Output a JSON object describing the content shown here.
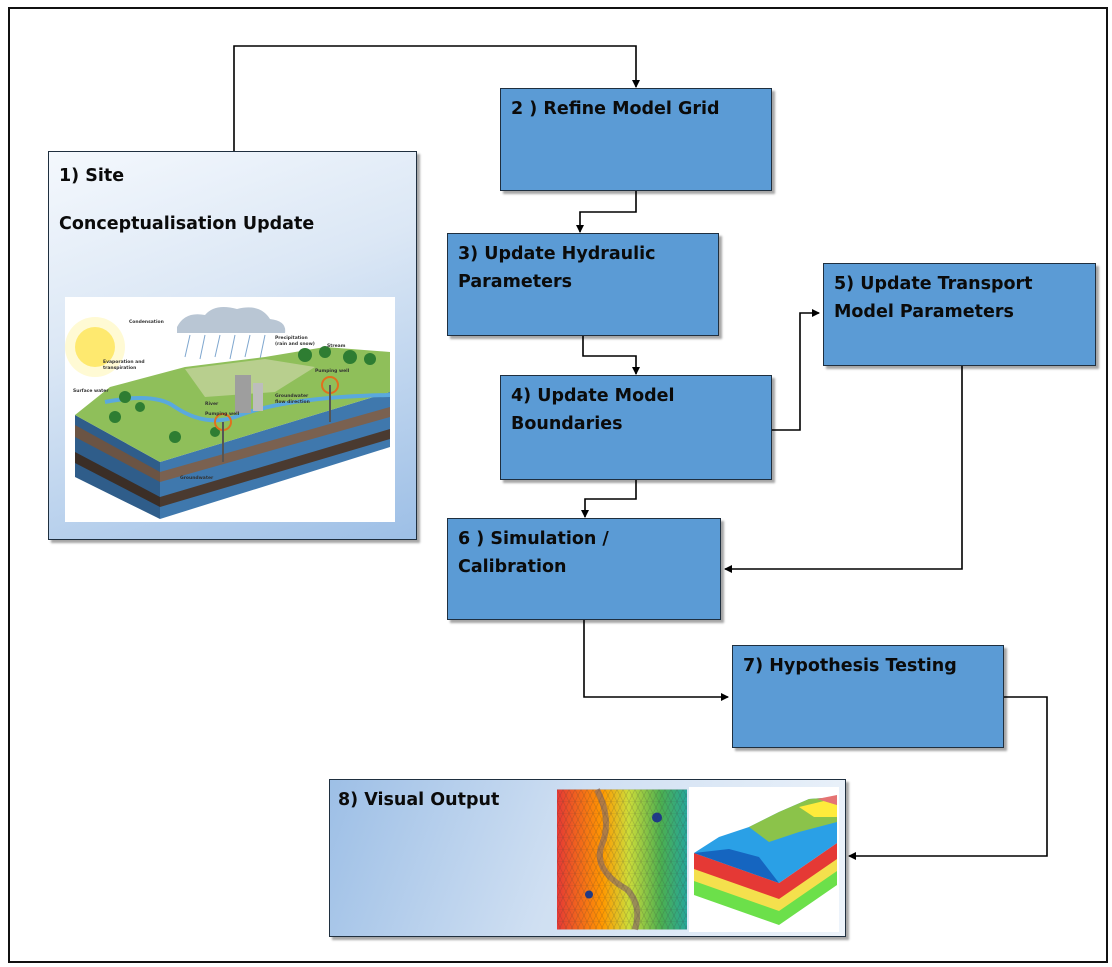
{
  "nodes": {
    "site": {
      "line1": "1) Site",
      "line2": "Conceptualisation Update"
    },
    "refine": {
      "line1": "2 ) Refine Model Grid"
    },
    "hydraulic": {
      "line1": "3) Update Hydraulic",
      "line2": "Parameters"
    },
    "boundaries": {
      "line1": "4) Update Model",
      "line2": "Boundaries"
    },
    "transport": {
      "line1": "5) Update Transport",
      "line2": "Model Parameters"
    },
    "simulation": {
      "line1": "6 ) Simulation /",
      "line2": "Calibration"
    },
    "hypothesis": {
      "line1": "7) Hypothesis Testing"
    },
    "visual": {
      "line1": "8) Visual Output"
    }
  },
  "illustrations": {
    "water_cycle_labels": {
      "condensation": "Condensation",
      "precipitation": "Precipitation",
      "precip_sub": "(rain and snow)",
      "evaporation": "Evaporation and",
      "evaporation_sub": "transpiration",
      "surface_water": "Surface water",
      "stream": "Stream",
      "river": "River",
      "pumping_well_1": "Pumping well",
      "pumping_well_2": "Pumping well",
      "gw_flow": "Groundwater",
      "gw_flow_sub": "flow direction",
      "groundwater": "Groundwater"
    }
  },
  "colors": {
    "box_fill": "#5b9bd5",
    "box_border": "#1f2f3f",
    "connector": "#000000"
  }
}
